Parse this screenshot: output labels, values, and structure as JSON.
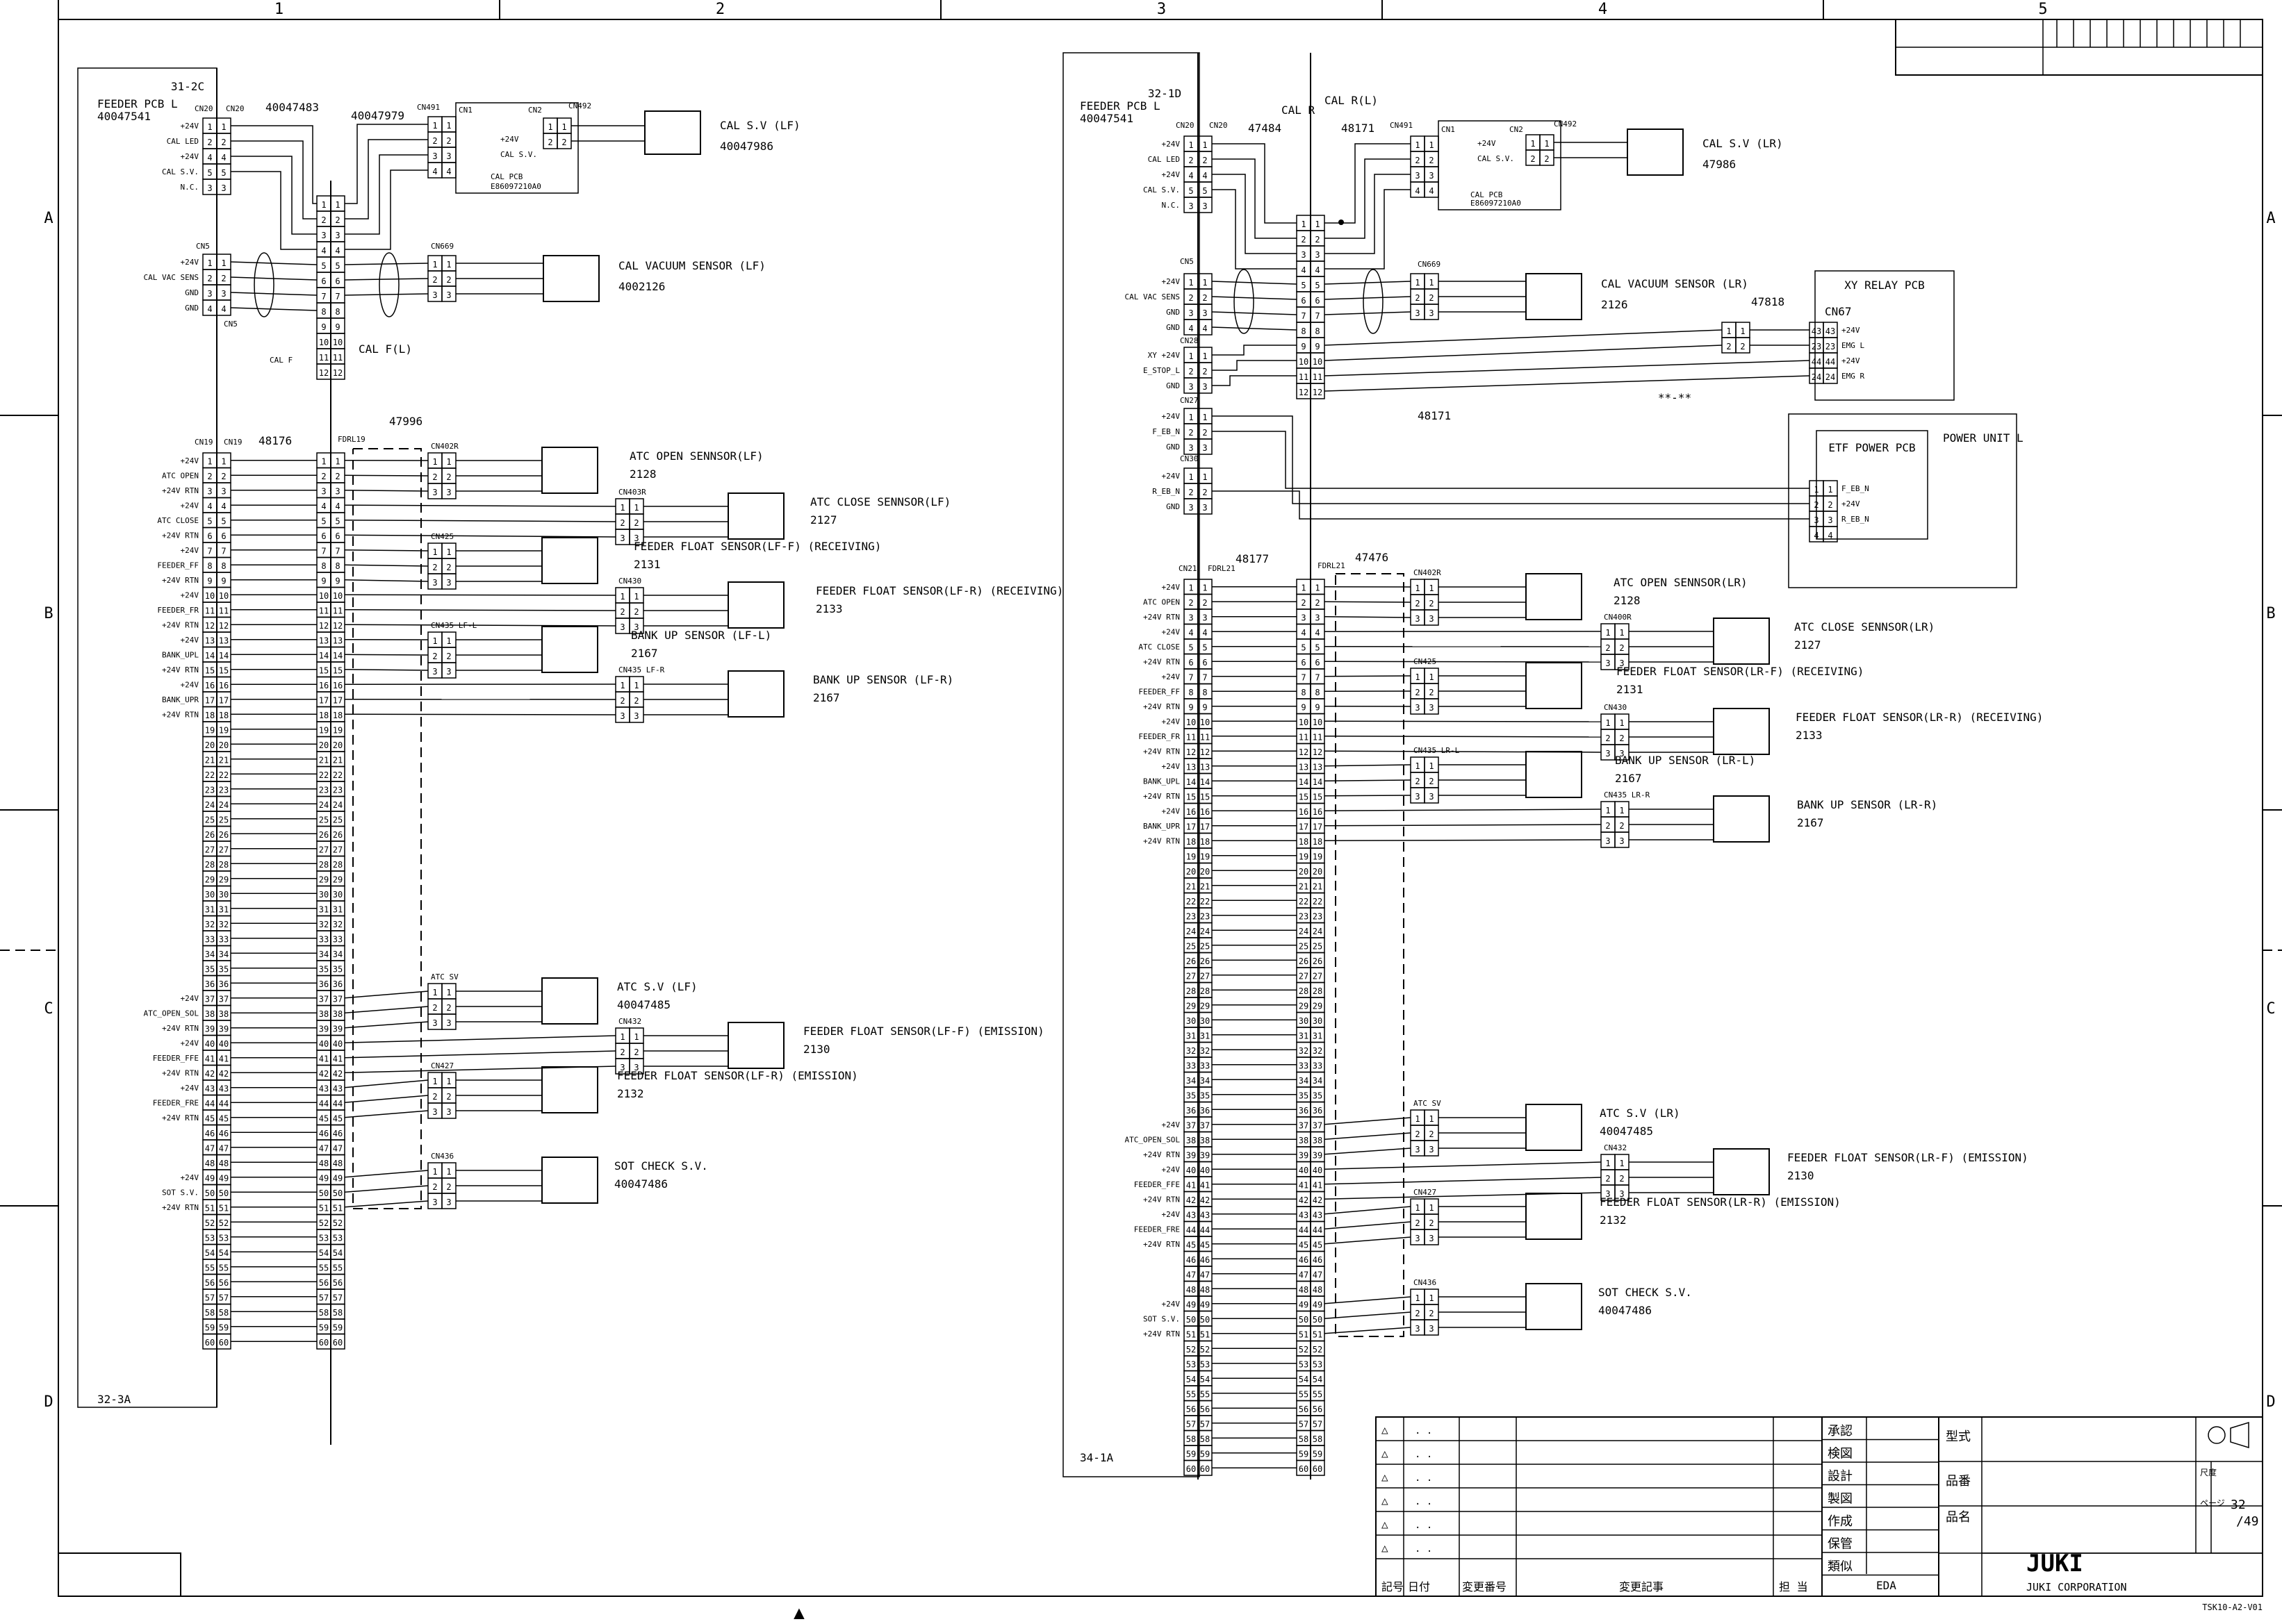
{
  "frame": {
    "col_numbers": [
      "1",
      "2",
      "3",
      "4",
      "5"
    ],
    "row_letters": [
      "A",
      "B",
      "C",
      "D"
    ],
    "bottom_marker": "▲",
    "doc_code": "TSK10-A2-V01"
  },
  "left": {
    "pcb_ref": "31-2C",
    "pcb_name": "FEEDER PCB L",
    "pcb_part": "40047541",
    "bottom_ref": "32-3A",
    "cable_a": "40047483",
    "cable_b": "40047979",
    "cable_main": "48176",
    "cable_dash": "47996",
    "cn20a": "CN20",
    "cn20b": "CN20",
    "cn5a": "CN5",
    "cn5b": "CN5",
    "cn19a": "CN19",
    "cn19b": "CN19",
    "fdrl": "FDRL19",
    "cal_f": "CAL F",
    "cal_f_label": "CAL F(L)",
    "cal_f_label_part": "",
    "cn491": "CN491",
    "cn1": "CN1",
    "cn2": "CN2",
    "cn492": "CN492",
    "cal_pcb": "CAL PCB",
    "cal_pcb_part": "E86097210A0",
    "cal_24v": "+24V",
    "cal_sv": "CAL S.V.",
    "cal_sv_name": "CAL S.V (LF)",
    "cal_sv_part": "40047986",
    "cn669": "CN669",
    "vac_name": "CAL VACUUM SENSOR (LF)",
    "vac_part": "4002126",
    "cn20_signals": [
      "+24V",
      "CAL LED",
      "+24V",
      "CAL S.V.",
      "N.C."
    ],
    "cn20_pins": [
      "1",
      "2",
      "4",
      "5",
      "3"
    ],
    "cn5_signals": [
      "+24V",
      "CAL VAC SENS",
      "GND",
      "GND"
    ],
    "cn19_signals": [
      "+24V",
      "ATC OPEN",
      "+24V RTN",
      "+24V",
      "ATC CLOSE",
      "+24V RTN",
      "+24V",
      "FEEDER_FF",
      "+24V RTN",
      "+24V",
      "FEEDER_FR",
      "+24V RTN",
      "+24V",
      "BANK_UPL",
      "+24V RTN",
      "+24V",
      "BANK_UPR",
      "+24V RTN",
      "",
      "",
      "",
      "",
      "",
      "",
      "",
      "",
      "",
      "",
      "",
      "",
      "",
      "",
      "",
      "",
      "",
      "",
      "+24V",
      "ATC_OPEN_SOL",
      "+24V RTN",
      "+24V",
      "FEEDER_FFE",
      "+24V RTN",
      "+24V",
      "FEEDER_FRE",
      "+24V RTN",
      "",
      "",
      "",
      "+24V",
      "SOT S.V.",
      "+24V RTN",
      "",
      "",
      "",
      "",
      "",
      "",
      "",
      "",
      ""
    ],
    "sensors": [
      {
        "conn": "CN402R",
        "name": "ATC OPEN SENNSOR(LF)",
        "part": "2128"
      },
      {
        "conn": "CN403R",
        "name": "ATC CLOSE SENNSOR(LF)",
        "part": "2127"
      },
      {
        "conn": "CN425",
        "name": "FEEDER FLOAT SENSOR(LF-F) (RECEIVING)",
        "part": "2131"
      },
      {
        "conn": "CN430",
        "name": "FEEDER FLOAT SENSOR(LF-R) (RECEIVING)",
        "part": "2133"
      },
      {
        "conn": "CN435 LF-L",
        "name": "BANK UP SENSOR (LF-L)",
        "part": "2167"
      },
      {
        "conn": "CN435 LF-R",
        "name": "BANK UP SENSOR (LF-R)",
        "part": "2167"
      },
      {
        "conn": "ATC SV",
        "name": "ATC S.V (LF)",
        "part": "40047485"
      },
      {
        "conn": "CN432",
        "name": "FEEDER FLOAT SENSOR(LF-F) (EMISSION)",
        "part": "2130"
      },
      {
        "conn": "CN427",
        "name": "FEEDER FLOAT SENSOR(LF-R) (EMISSION)",
        "part": "2132"
      },
      {
        "conn": "CN436",
        "name": "SOT CHECK S.V.",
        "part": "40047486"
      }
    ]
  },
  "right": {
    "pcb_ref": "32-1D",
    "pcb_name": "FEEDER PCB L",
    "pcb_part": "40047541",
    "bottom_ref": "34-1A",
    "cal_r": "CAL R",
    "cal_r_l": "CAL R(L)",
    "cable_a": "47484",
    "cable_b": "48171",
    "cable_c": "48171",
    "cable_main": "48177",
    "cable_dash": "47476",
    "cable_xy": "47818",
    "cn20a": "CN20",
    "cn20b": "CN20",
    "cn5": "CN5",
    "cn28": "CN28",
    "cn27": "CN27",
    "cn30": "CN30",
    "cn21a": "CN21",
    "fdrl21": "FDRL21",
    "fdrl21b": "FDRL21",
    "cn491": "CN491",
    "cn1": "CN1",
    "cn2": "CN2",
    "cn492": "CN492",
    "cal_pcb": "CAL PCB",
    "cal_pcb_part": "E86097210A0",
    "cal_24v": "+24V",
    "cal_sv": "CAL S.V.",
    "cal_sv_name": "CAL S.V (LR)",
    "cal_sv_part": "47986",
    "cn669": "CN669",
    "vac_name": "CAL VACUUM SENSOR (LR)",
    "vac_part": "2126",
    "cn20_signals": [
      "+24V",
      "CAL LED",
      "+24V",
      "CAL S.V.",
      "N.C."
    ],
    "cn20_pins": [
      "1",
      "2",
      "4",
      "5",
      "3"
    ],
    "cn5_signals": [
      "+24V",
      "CAL VAC SENS",
      "GND",
      "GND"
    ],
    "cn28_signals": [
      "XY +24V",
      "E_STOP_L",
      "GND"
    ],
    "cn27_signals": [
      "+24V",
      "F_EB_N",
      "GND"
    ],
    "cn30_signals": [
      "+24V",
      "R_EB_N",
      "GND"
    ],
    "xy_relay": "XY RELAY PCB",
    "cn67": "CN67",
    "xy_pins": [
      "43",
      "23",
      "44",
      "24"
    ],
    "xy_signals": [
      "+24V",
      "EMG L",
      "+24V",
      "EMG R"
    ],
    "xy_note": "**-**",
    "power_unit": "POWER UNIT L",
    "etf_power": "ETF POWER PCB",
    "etf_signals": [
      "F_EB_N",
      "+24V",
      "R_EB_N",
      ""
    ],
    "cn21_signals": [
      "+24V",
      "ATC OPEN",
      "+24V RTN",
      "+24V",
      "ATC CLOSE",
      "+24V RTN",
      "+24V",
      "FEEDER_FF",
      "+24V RTN",
      "+24V",
      "FEEDER_FR",
      "+24V RTN",
      "+24V",
      "BANK_UPL",
      "+24V RTN",
      "+24V",
      "BANK_UPR",
      "+24V RTN",
      "",
      "",
      "",
      "",
      "",
      "",
      "",
      "",
      "",
      "",
      "",
      "",
      "",
      "",
      "",
      "",
      "",
      "",
      "+24V",
      "ATC_OPEN_SOL",
      "+24V RTN",
      "+24V",
      "FEEDER_FFE",
      "+24V RTN",
      "+24V",
      "FEEDER_FRE",
      "+24V RTN",
      "",
      "",
      "",
      "+24V",
      "SOT S.V.",
      "+24V RTN",
      "",
      "",
      "",
      "",
      "",
      "",
      "",
      "",
      ""
    ],
    "sensors": [
      {
        "conn": "CN402R",
        "name": "ATC OPEN SENNSOR(LR)",
        "part": "2128"
      },
      {
        "conn": "CN400R",
        "name": "ATC CLOSE SENNSOR(LR)",
        "part": "2127"
      },
      {
        "conn": "CN425",
        "name": "FEEDER FLOAT SENSOR(LR-F) (RECEIVING)",
        "part": "2131"
      },
      {
        "conn": "CN430",
        "name": "FEEDER FLOAT SENSOR(LR-R) (RECEIVING)",
        "part": "2133"
      },
      {
        "conn": "CN435 LR-L",
        "name": "BANK UP SENSOR (LR-L)",
        "part": "2167"
      },
      {
        "conn": "CN435 LR-R",
        "name": "BANK UP SENSOR (LR-R)",
        "part": "2167"
      },
      {
        "conn": "ATC SV",
        "name": "ATC S.V (LR)",
        "part": "40047485"
      },
      {
        "conn": "CN432",
        "name": "FEEDER FLOAT SENSOR(LR-F) (EMISSION)",
        "part": "2130"
      },
      {
        "conn": "CN427",
        "name": "FEEDER FLOAT SENSOR(LR-R) (EMISSION)",
        "part": "2132"
      },
      {
        "conn": "CN436",
        "name": "SOT CHECK S.V.",
        "part": "40047486"
      }
    ]
  },
  "title_block": {
    "rev_marks": [
      ". .",
      ". .",
      ". .",
      ". .",
      ". .",
      ". ."
    ],
    "rev_headers": [
      "記号",
      "日付",
      "変更番号",
      "変更記事",
      "担 当"
    ],
    "approvals": [
      "承認",
      "検図",
      "設計",
      "製図",
      "作成",
      "保管",
      "類似"
    ],
    "eda": "EDA",
    "model_label": "型式",
    "part_no_label": "品番",
    "part_name_label": "品名",
    "scale_label": "尺度",
    "page_label": "ページ",
    "page_num": "32",
    "page_total": "/49",
    "logo": "JUKI",
    "company": "JUKI CORPORATION"
  }
}
